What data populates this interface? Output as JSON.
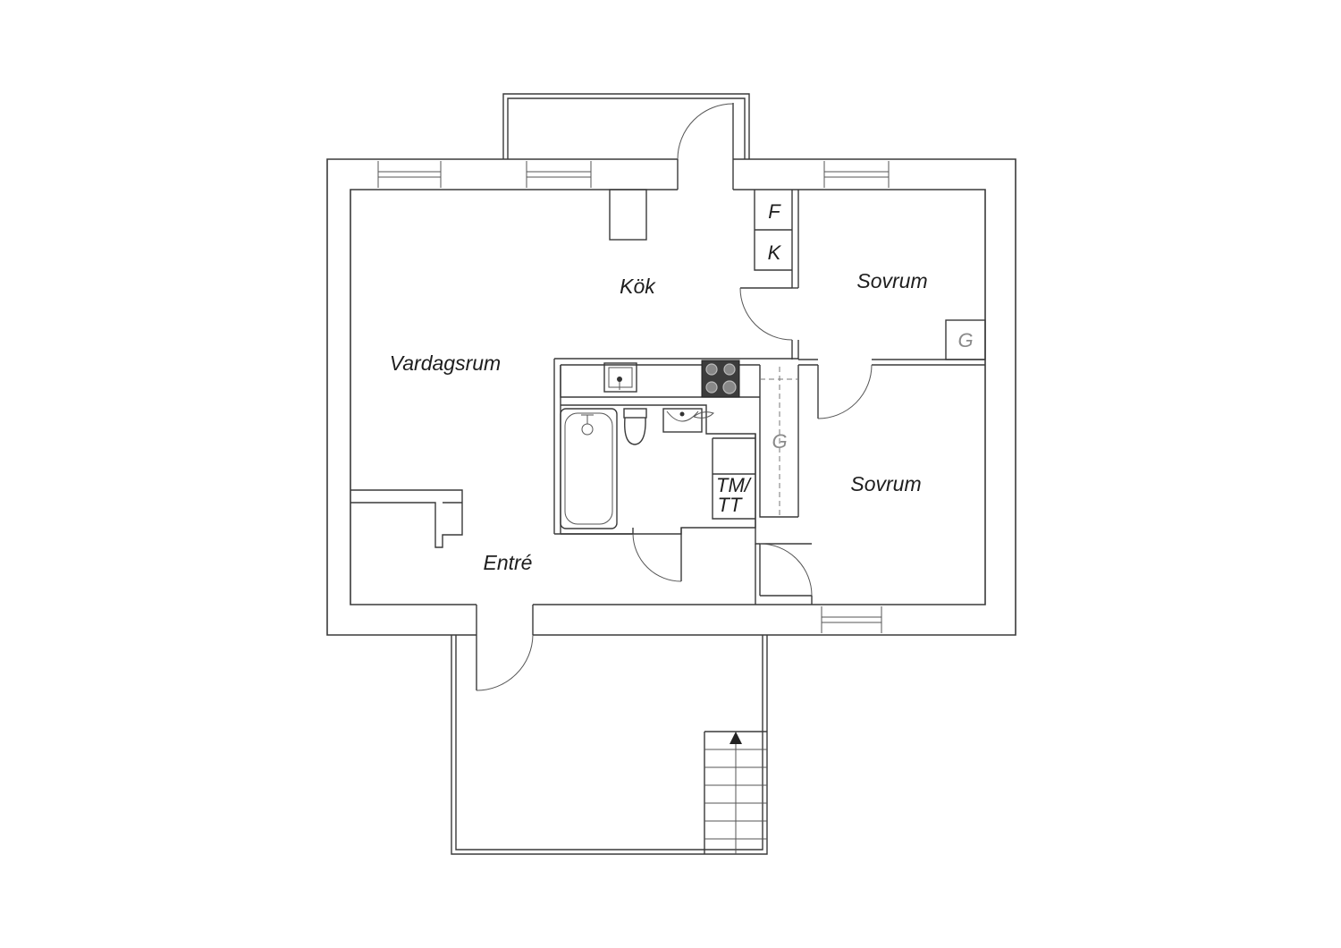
{
  "rooms": {
    "kitchen": "Kök",
    "living_room": "Vardagsrum",
    "bedroom_1": "Sovrum",
    "bedroom_2": "Sovrum",
    "entrance": "Entré"
  },
  "fixtures": {
    "freezer": "F",
    "fridge": "K",
    "wardrobe_bedroom_1": "G",
    "wardrobe_hall": "G",
    "washer_dryer_line1": "TM/",
    "washer_dryer_line2": "TT"
  },
  "icons": [
    "stove-icon",
    "kitchen-sink-icon",
    "bathtub-icon",
    "toilet-icon",
    "washbasin-icon",
    "stair-arrow-icon"
  ]
}
